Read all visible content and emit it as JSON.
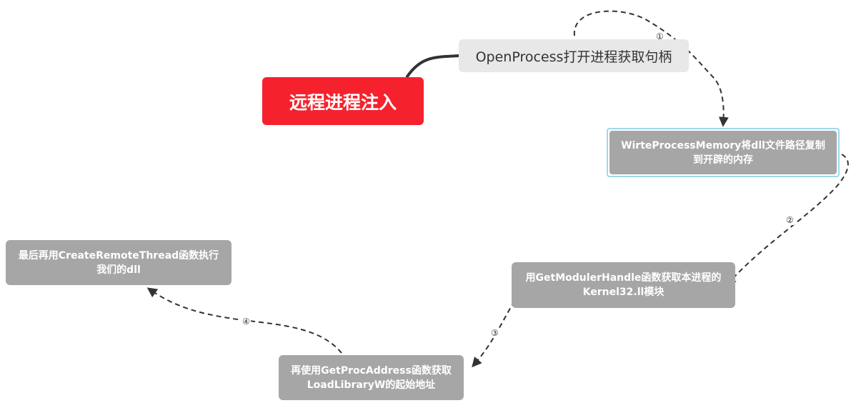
{
  "root": {
    "label": "远程进程注入"
  },
  "nodes": {
    "step1": "OpenProcess打开进程获取句柄",
    "step2_line1": "WirteProcessMemory将dll文件路径复制",
    "step2_line2": "到开辟的内存",
    "step3_line1": "用GetModulerHandle函数获取本进程的",
    "step3_line2": "Kernel32.ll模块",
    "step4_line1": "再使用GetProcAddress函数获取",
    "step4_line2": "LoadLibraryW的起始地址",
    "step5_line1": "最后再用CreateRemoteThread函数执行",
    "step5_line2": "我们的dll"
  },
  "markers": {
    "m1": "①",
    "m2": "②",
    "m3": "③",
    "m4": "④"
  },
  "colors": {
    "root_fill": "#f5222d",
    "topic_fill": "#e8e8e8",
    "subtopic_fill": "#a6a6a6",
    "selection_border": "#9fd8ee",
    "connector": "#333333"
  }
}
